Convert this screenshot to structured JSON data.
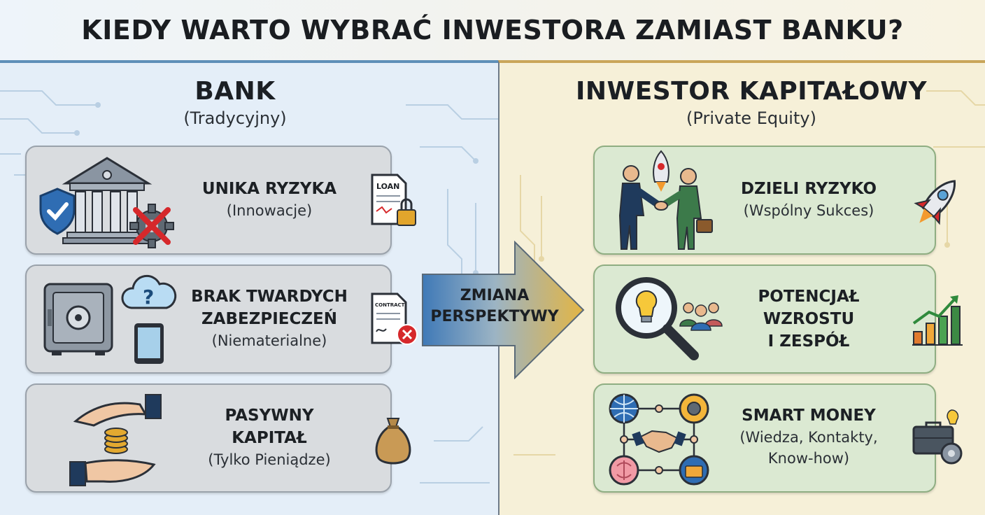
{
  "title": "KIEDY WARTO WYBRAĆ INWESTORA ZAMIAST BANKU?",
  "bank": {
    "heading": "BANK",
    "subheading": "(Tradycyjny)",
    "cards": [
      {
        "title": [
          "UNIKA RYZYKA"
        ],
        "subtitle": "(Innowacje)",
        "badge": "LOAN"
      },
      {
        "title": [
          "BRAK TWARDYCH",
          "ZABEZPIECZEŃ"
        ],
        "subtitle": "(Niematerialne)",
        "badge": "CONTRACT"
      },
      {
        "title": [
          "PASYWNY",
          "KAPITAŁ"
        ],
        "subtitle": "(Tylko Pieniądze)"
      }
    ]
  },
  "arrow": {
    "lines": [
      "ZMIANA",
      "PERSPEKTYWY"
    ]
  },
  "investor": {
    "heading": "INWESTOR KAPITAŁOWY",
    "subheading": "(Private Equity)",
    "cards": [
      {
        "title": [
          "DZIELI RYZYKO"
        ],
        "subtitle": "(Wspólny Sukces)"
      },
      {
        "title": [
          "POTENCJAŁ",
          "WZROSTU",
          "I ZESPÓŁ"
        ]
      },
      {
        "title": [
          "SMART MONEY"
        ],
        "subtitle_lines": [
          "(Wiedza, Kontakty,",
          "Know-how)"
        ]
      }
    ]
  },
  "icons": {
    "bank": [
      "shield-check-icon",
      "bank-building-icon",
      "gear-x-icon",
      "loan-document-lock-icon"
    ],
    "collateral": [
      "safe-icon",
      "cloud-question-icon",
      "tablet-icon",
      "contract-rejected-icon"
    ],
    "passive": [
      "giving-hand-icon",
      "coins-icon",
      "receiving-hand-icon",
      "money-bag-icon"
    ],
    "shared": [
      "handshake-businessmen-icon",
      "rocket-icon",
      "briefcase-icon"
    ],
    "growth": [
      "magnifier-lightbulb-icon",
      "team-icon",
      "growth-chart-icon"
    ],
    "smart": [
      "network-icon",
      "globe-icon",
      "gear-icon",
      "brain-icon",
      "handshake-icon",
      "briefcase-gear-icon"
    ]
  },
  "colors": {
    "bank_accent": "#5e8fb8",
    "investor_accent": "#c9a65a",
    "card_gray": "#d9dcdf",
    "card_green": "#dbe9d2"
  }
}
